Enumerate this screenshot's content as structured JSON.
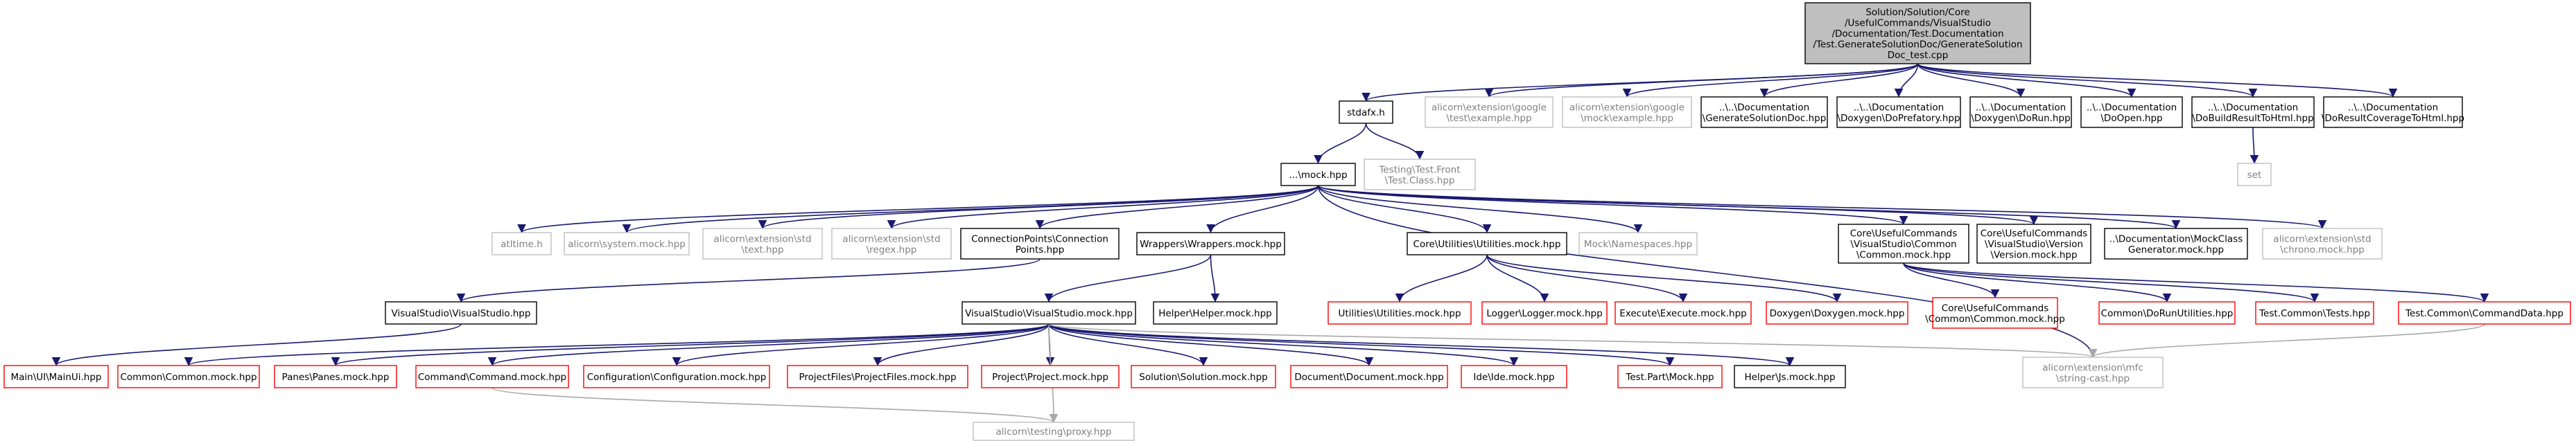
{
  "diagram": {
    "type": "include-dependency-graph",
    "legend_colors": {
      "root_fill": "#bfbfbf",
      "documented_border": "#000000",
      "undocumented_border": "#bfbfbf",
      "missing_border": "#ff0000",
      "edge_color": "#191970",
      "edge_color_secondary": "#a9a9a9"
    },
    "nodes": [
      {
        "id": "root",
        "kind": "root",
        "lines": [
          "Solution/Solution/Core",
          "/UsefulCommands/VisualStudio",
          "/Documentation/Test.Documentation",
          "/Test.GenerateSolutionDoc/GenerateSolution",
          "Doc_test.cpp"
        ]
      },
      {
        "id": "stdafx",
        "kind": "black",
        "lines": [
          "stdafx.h"
        ]
      },
      {
        "id": "gexample",
        "kind": "gray",
        "lines": [
          "alicorn\\extension\\google",
          "\\test\\example.hpp"
        ]
      },
      {
        "id": "mexample",
        "kind": "gray",
        "lines": [
          "alicorn\\extension\\google",
          "\\mock\\example.hpp"
        ]
      },
      {
        "id": "gensol",
        "kind": "black",
        "lines": [
          "..\\..\\Documentation",
          "\\GenerateSolutionDoc.hpp"
        ]
      },
      {
        "id": "doxpref",
        "kind": "black",
        "lines": [
          "..\\..\\Documentation",
          "\\Doxygen\\DoPrefatory.hpp"
        ]
      },
      {
        "id": "doxrun",
        "kind": "black",
        "lines": [
          "..\\..\\Documentation",
          "\\Doxygen\\DoRun.hpp"
        ]
      },
      {
        "id": "doopen",
        "kind": "black",
        "lines": [
          "..\\..\\Documentation",
          "\\DoOpen.hpp"
        ]
      },
      {
        "id": "dobuild",
        "kind": "black",
        "lines": [
          "..\\..\\Documentation",
          "\\DoBuildResultToHtml.hpp"
        ]
      },
      {
        "id": "docov",
        "kind": "black",
        "lines": [
          "..\\..\\Documentation",
          "\\DoResultCoverageToHtml.hpp"
        ]
      },
      {
        "id": "mockhpp",
        "kind": "black",
        "lines": [
          "...\\mock.hpp"
        ]
      },
      {
        "id": "testfront",
        "kind": "gray",
        "lines": [
          "Testing\\Test.Front",
          "\\Test.Class.hpp"
        ]
      },
      {
        "id": "set",
        "kind": "gray",
        "lines": [
          "set"
        ]
      },
      {
        "id": "atltime",
        "kind": "gray",
        "lines": [
          "atltime.h"
        ]
      },
      {
        "id": "sysmock",
        "kind": "gray",
        "lines": [
          "alicorn\\system.mock.hpp"
        ]
      },
      {
        "id": "exttext",
        "kind": "gray",
        "lines": [
          "alicorn\\extension\\std",
          "\\text.hpp"
        ]
      },
      {
        "id": "extregex",
        "kind": "gray",
        "lines": [
          "alicorn\\extension\\std",
          "\\regex.hpp"
        ]
      },
      {
        "id": "connpts",
        "kind": "black",
        "lines": [
          "ConnectionPoints\\Connection",
          "Points.hpp"
        ]
      },
      {
        "id": "wrappers",
        "kind": "black",
        "lines": [
          "Wrappers\\Wrappers.mock.hpp"
        ]
      },
      {
        "id": "utilities",
        "kind": "black",
        "lines": [
          "Core\\Utilities\\Utilities.mock.hpp"
        ]
      },
      {
        "id": "mocknames",
        "kind": "gray",
        "lines": [
          "Mock\\Namespaces.hpp"
        ]
      },
      {
        "id": "corecommon",
        "kind": "black",
        "lines": [
          "Core\\UsefulCommands",
          "\\VisualStudio\\Common",
          "\\Common.mock.hpp"
        ]
      },
      {
        "id": "coreversion",
        "kind": "black",
        "lines": [
          "Core\\UsefulCommands",
          "\\VisualStudio\\Version",
          "\\Version.mock.hpp"
        ]
      },
      {
        "id": "mockclassgen",
        "kind": "black",
        "lines": [
          "..\\Documentation\\MockClass",
          "Generator.mock.hpp"
        ]
      },
      {
        "id": "chrono",
        "kind": "gray",
        "lines": [
          "alicorn\\extension\\std",
          "\\chrono.mock.hpp"
        ]
      },
      {
        "id": "vsvs",
        "kind": "black",
        "lines": [
          "VisualStudio\\VisualStudio.hpp"
        ]
      },
      {
        "id": "vsvsmock",
        "kind": "black",
        "lines": [
          "VisualStudio\\VisualStudio.mock.hpp"
        ]
      },
      {
        "id": "helpermock",
        "kind": "black",
        "lines": [
          "Helper\\Helper.mock.hpp"
        ]
      },
      {
        "id": "utilmock",
        "kind": "red",
        "lines": [
          "Utilities\\Utilities.mock.hpp"
        ]
      },
      {
        "id": "loggermock",
        "kind": "red",
        "lines": [
          "Logger\\Logger.mock.hpp"
        ]
      },
      {
        "id": "execmock",
        "kind": "red",
        "lines": [
          "Execute\\Execute.mock.hpp"
        ]
      },
      {
        "id": "doxmock",
        "kind": "red",
        "lines": [
          "Doxygen\\Doxygen.mock.hpp"
        ]
      },
      {
        "id": "corecommonred",
        "kind": "red",
        "lines": [
          "Core\\UsefulCommands",
          "\\Common\\Common.mock.hpp"
        ]
      },
      {
        "id": "dorunutil",
        "kind": "red",
        "lines": [
          "Common\\DoRunUtilities.hpp"
        ]
      },
      {
        "id": "testcommontests",
        "kind": "red",
        "lines": [
          "Test.Common\\Tests.hpp"
        ]
      },
      {
        "id": "testcommoncmd",
        "kind": "red",
        "lines": [
          "Test.Common\\CommandData.hpp"
        ]
      },
      {
        "id": "mainui",
        "kind": "red",
        "lines": [
          "Main\\UI\\MainUi.hpp"
        ]
      },
      {
        "id": "commonmock",
        "kind": "red",
        "lines": [
          "Common\\Common.mock.hpp"
        ]
      },
      {
        "id": "panesmock",
        "kind": "red",
        "lines": [
          "Panes\\Panes.mock.hpp"
        ]
      },
      {
        "id": "commandmock",
        "kind": "red",
        "lines": [
          "Command\\Command.mock.hpp"
        ]
      },
      {
        "id": "configmock",
        "kind": "red",
        "lines": [
          "Configuration\\Configuration.mock.hpp"
        ]
      },
      {
        "id": "projfilesmock",
        "kind": "red",
        "lines": [
          "ProjectFiles\\ProjectFiles.mock.hpp"
        ]
      },
      {
        "id": "projectmock",
        "kind": "red",
        "lines": [
          "Project\\Project.mock.hpp"
        ]
      },
      {
        "id": "solutionmock",
        "kind": "red",
        "lines": [
          "Solution\\Solution.mock.hpp"
        ]
      },
      {
        "id": "documentmock",
        "kind": "red",
        "lines": [
          "Document\\Document.mock.hpp"
        ]
      },
      {
        "id": "idemock",
        "kind": "red",
        "lines": [
          "Ide\\Ide.mock.hpp"
        ]
      },
      {
        "id": "testpartmock",
        "kind": "red",
        "lines": [
          "Test.Part\\Mock.hpp"
        ]
      },
      {
        "id": "helperjsmock",
        "kind": "black",
        "lines": [
          "Helper\\Js.mock.hpp"
        ]
      },
      {
        "id": "stringcast",
        "kind": "gray",
        "lines": [
          "alicorn\\extension\\mfc",
          "\\string-cast.hpp"
        ]
      },
      {
        "id": "proxy",
        "kind": "gray",
        "lines": [
          "alicorn\\testing\\proxy.hpp"
        ]
      }
    ],
    "edges": [
      {
        "from": "root",
        "to": "stdafx"
      },
      {
        "from": "root",
        "to": "gexample"
      },
      {
        "from": "root",
        "to": "mexample"
      },
      {
        "from": "root",
        "to": "gensol"
      },
      {
        "from": "root",
        "to": "doxpref"
      },
      {
        "from": "root",
        "to": "doxrun"
      },
      {
        "from": "root",
        "to": "doopen"
      },
      {
        "from": "root",
        "to": "dobuild"
      },
      {
        "from": "root",
        "to": "docov"
      },
      {
        "from": "stdafx",
        "to": "mockhpp"
      },
      {
        "from": "stdafx",
        "to": "testfront"
      },
      {
        "from": "dobuild",
        "to": "set"
      },
      {
        "from": "mockhpp",
        "to": "atltime"
      },
      {
        "from": "mockhpp",
        "to": "sysmock"
      },
      {
        "from": "mockhpp",
        "to": "exttext"
      },
      {
        "from": "mockhpp",
        "to": "extregex"
      },
      {
        "from": "mockhpp",
        "to": "connpts"
      },
      {
        "from": "mockhpp",
        "to": "wrappers"
      },
      {
        "from": "mockhpp",
        "to": "utilities"
      },
      {
        "from": "mockhpp",
        "to": "mocknames"
      },
      {
        "from": "mockhpp",
        "to": "corecommon"
      },
      {
        "from": "mockhpp",
        "to": "coreversion"
      },
      {
        "from": "mockhpp",
        "to": "mockclassgen"
      },
      {
        "from": "mockhpp",
        "to": "chrono"
      },
      {
        "from": "mockhpp",
        "to": "stringcast"
      },
      {
        "from": "connpts",
        "to": "vsvs"
      },
      {
        "from": "wrappers",
        "to": "vsvsmock"
      },
      {
        "from": "wrappers",
        "to": "helpermock"
      },
      {
        "from": "utilities",
        "to": "utilmock"
      },
      {
        "from": "utilities",
        "to": "loggermock"
      },
      {
        "from": "utilities",
        "to": "execmock"
      },
      {
        "from": "utilities",
        "to": "doxmock"
      },
      {
        "from": "corecommon",
        "to": "corecommonred"
      },
      {
        "from": "corecommon",
        "to": "dorunutil"
      },
      {
        "from": "corecommon",
        "to": "testcommontests"
      },
      {
        "from": "corecommon",
        "to": "testcommoncmd"
      },
      {
        "from": "vsvs",
        "to": "mainui"
      },
      {
        "from": "vsvsmock",
        "to": "commonmock"
      },
      {
        "from": "vsvsmock",
        "to": "panesmock"
      },
      {
        "from": "vsvsmock",
        "to": "commandmock"
      },
      {
        "from": "vsvsmock",
        "to": "configmock"
      },
      {
        "from": "vsvsmock",
        "to": "projfilesmock"
      },
      {
        "from": "vsvsmock",
        "to": "projectmock"
      },
      {
        "from": "vsvsmock",
        "to": "solutionmock"
      },
      {
        "from": "vsvsmock",
        "to": "documentmock"
      },
      {
        "from": "vsvsmock",
        "to": "idemock"
      },
      {
        "from": "vsvsmock",
        "to": "testpartmock"
      },
      {
        "from": "vsvsmock",
        "to": "helperjsmock"
      },
      {
        "from": "vsvsmock",
        "to": "stringcast"
      },
      {
        "from": "vsvsmock",
        "to": "proxy"
      },
      {
        "from": "commandmock",
        "to": "proxy"
      },
      {
        "from": "testcommoncmd",
        "to": "stringcast"
      }
    ]
  }
}
